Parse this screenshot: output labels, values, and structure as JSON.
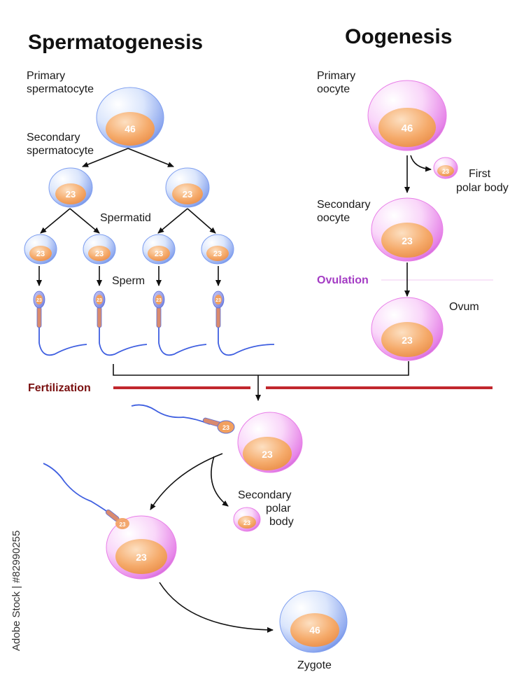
{
  "titles": {
    "spermatogenesis": "Spermatogenesis",
    "oogenesis": "Oogenesis"
  },
  "labels": {
    "primary_spermatocyte": [
      "Primary",
      "spermatocyte"
    ],
    "secondary_spermatocyte": [
      "Secondary",
      "spermatocyte"
    ],
    "spermatid": "Spermatid",
    "sperm": "Sperm",
    "primary_oocyte": [
      "Primary",
      "oocyte"
    ],
    "first_polar_body": [
      "First",
      "polar body"
    ],
    "secondary_oocyte": [
      "Secondary",
      "oocyte"
    ],
    "ovum": "Ovum",
    "secondary_polar_body": [
      "Secondary",
      "polar",
      "body"
    ],
    "zygote": "Zygote"
  },
  "stages": {
    "ovulation": "Ovulation",
    "fertilization": "Fertilization"
  },
  "chromosome_counts": {
    "primary_spermatocyte": "46",
    "secondary_spermatocyte": "23",
    "spermatid": "23",
    "sperm": "23",
    "primary_oocyte": "46",
    "first_polar_body": "23",
    "secondary_oocyte": "23",
    "ovum": "23",
    "fertilizing_sperm": "23",
    "fertilizing_egg": "23",
    "secondary_polar_body": "23",
    "egg_after_fertilization": "23",
    "sperm_after_fertilization": "23",
    "zygote": "46"
  },
  "watermark": "Adobe Stock | #82990255",
  "colors": {
    "male_cell": "#7f9ff0",
    "female_cell": "#e87ee8",
    "nucleus": "#f2a05f",
    "fertilization_line": "#c1272d",
    "ovulation_text": "#a43cc4",
    "fertilization_text": "#7a1010"
  }
}
